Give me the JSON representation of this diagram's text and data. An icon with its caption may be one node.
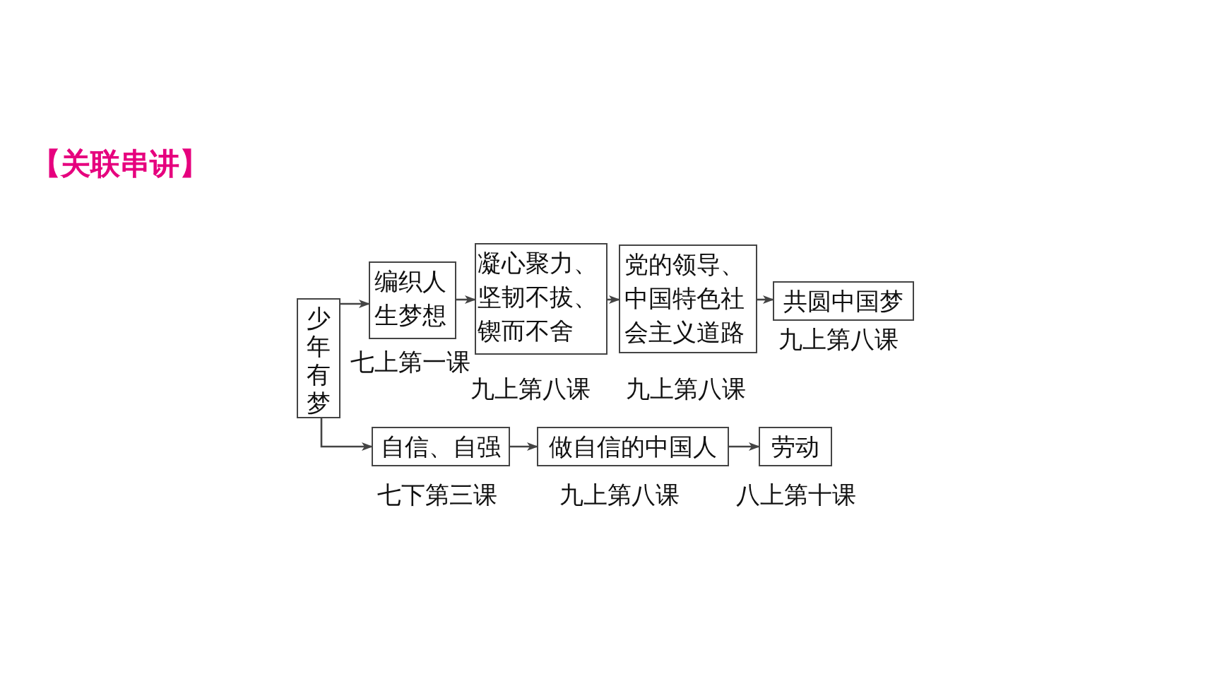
{
  "diagram": {
    "title": "【关联串讲】",
    "nodes": [
      {
        "text": [
          "少年有梦"
        ]
      },
      {
        "text": [
          "编织人生梦想"
        ],
        "beside": [
          "七上第一课"
        ]
      },
      {
        "text": [
          "凝心聚力、坚韧不拔、锲而不舍"
        ],
        "beside": [
          "九上第八课"
        ]
      },
      {
        "text": [
          "党的领导、中国特色社会主义道路"
        ],
        "beside": [
          "九上第八课"
        ]
      },
      {
        "text": [
          "共圆中国梦"
        ],
        "beside": [
          "九上第八课"
        ]
      },
      {
        "text": [
          "自信、自强"
        ],
        "beside": [
          "七下第三课"
        ]
      },
      {
        "text": [
          "做自信的中国人"
        ],
        "beside": [
          "九上第八课"
        ]
      },
      {
        "text": [
          "劳动"
        ],
        "beside": [
          "八上第十课"
        ]
      }
    ],
    "edges": [
      {
        "from": 0,
        "to": 1,
        "arrow": "to"
      },
      {
        "from": 1,
        "to": 2,
        "arrow": "to"
      },
      {
        "from": 2,
        "to": 3,
        "arrow": "to"
      },
      {
        "from": 3,
        "to": 4,
        "arrow": "to"
      },
      {
        "from": 0,
        "to": 5,
        "arrow": "to"
      },
      {
        "from": 5,
        "to": 6,
        "arrow": "to"
      },
      {
        "from": 6,
        "to": 7,
        "arrow": "to"
      }
    ]
  }
}
